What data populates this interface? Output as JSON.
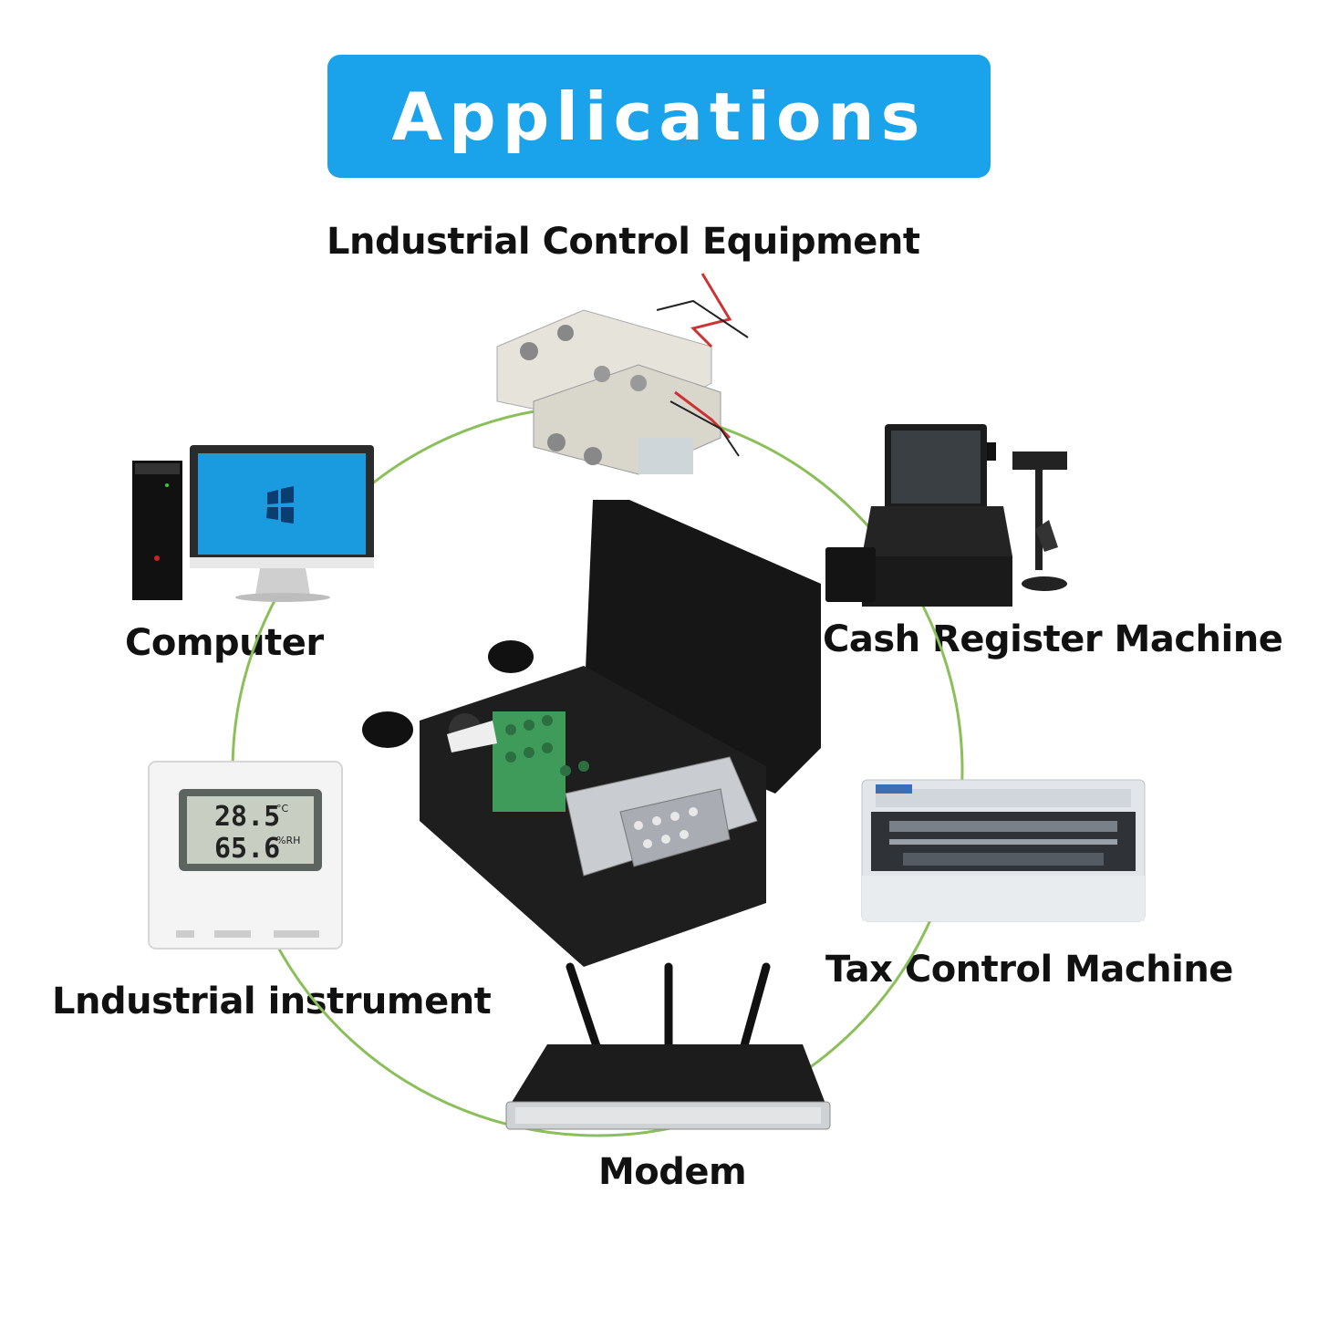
{
  "title": "Applications",
  "colors": {
    "banner": "#1aa3ea",
    "ring": "#8bbf5a",
    "label": "#111111"
  },
  "items": [
    {
      "label": "Lndustrial Control Equipment",
      "icon": "solenoid-valve-icon"
    },
    {
      "label": "Computer",
      "icon": "desktop-computer-icon"
    },
    {
      "label": "Cash Register Machine",
      "icon": "cash-register-icon"
    },
    {
      "label": "Tax Control Machine",
      "icon": "dot-matrix-printer-icon"
    },
    {
      "label": "Lndustrial instrument",
      "icon": "thermo-hygrometer-icon"
    },
    {
      "label": "Modem",
      "icon": "router-icon"
    }
  ],
  "instrument_display": {
    "temperature": "28.5",
    "temp_unit": "°C",
    "humidity": "65.6",
    "humidity_unit": "%RH"
  },
  "center_product": "db9-terminal-connector-icon"
}
